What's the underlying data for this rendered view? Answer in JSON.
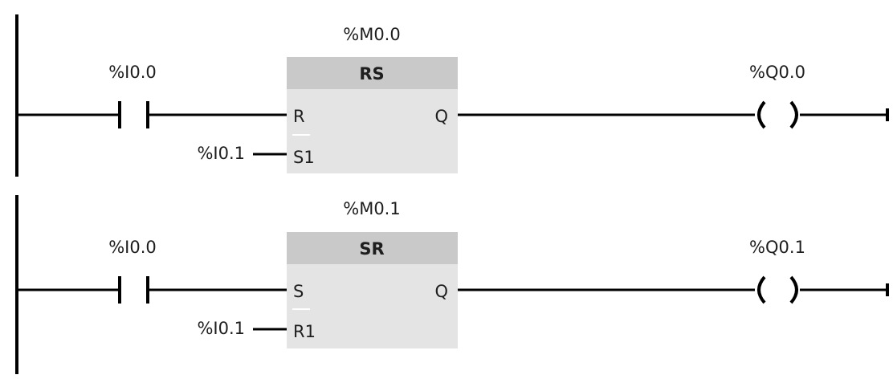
{
  "networks": [
    {
      "block_address": "%M0.0",
      "block_type": "RS",
      "contact_address": "%I0.0",
      "coil_address": "%Q0.0",
      "pin_top_in": "R",
      "pin_bottom_in": "S1",
      "pin_out": "Q",
      "bottom_input_address": "%I0.1"
    },
    {
      "block_address": "%M0.1",
      "block_type": "SR",
      "contact_address": "%I0.0",
      "coil_address": "%Q0.1",
      "pin_top_in": "S",
      "pin_bottom_in": "R1",
      "pin_out": "Q",
      "bottom_input_address": "%I0.1"
    }
  ],
  "colors": {
    "block_fill": "#e4e4e4",
    "block_header": "#c9c9c9",
    "wire": "#000000",
    "text": "#1e1e1e"
  }
}
